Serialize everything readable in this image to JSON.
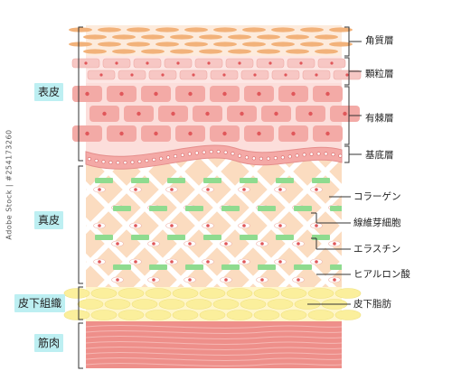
{
  "groups": {
    "epidermis": "表皮",
    "dermis": "真皮",
    "subcutaneous": "皮下組織",
    "muscle": "筋肉"
  },
  "layers": {
    "stratum_corneum": "角質層",
    "stratum_granulosum": "顆粒層",
    "stratum_spinosum": "有棘層",
    "stratum_basale": "基底層"
  },
  "components": {
    "collagen": "コラーゲン",
    "fibroblast": "線維芽細胞",
    "elastin": "エラスチン",
    "hyaluronic_acid": "ヒアルロン酸",
    "subcutaneous_fat": "皮下脂肪"
  },
  "watermark": "Adobe Stock | #254173260",
  "colors": {
    "corneum_cell": "#f2b27a",
    "granulosum_cell": "#f7c7c4",
    "spinosum_cell": "#f3aaa6",
    "nucleus": "#e0575a",
    "dermis_bg": "#fbdcc0",
    "elastin": "#8fdb8f",
    "fat": "#fbef9c",
    "muscle": "#ee8f8a",
    "tag_bg": "#bdeff2"
  }
}
